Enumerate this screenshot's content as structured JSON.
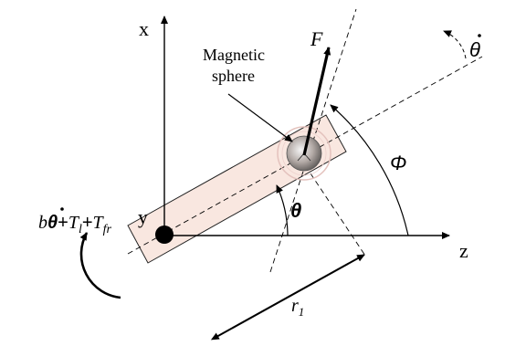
{
  "labels": {
    "axis_x": "x",
    "axis_y": "y",
    "axis_z": "z",
    "force": "F",
    "magnetic_sphere_line1": "Magnetic",
    "magnetic_sphere_line2": "sphere",
    "theta": "θ",
    "phi": "Φ",
    "theta_dot_symbol": "θ",
    "torque_b": "b",
    "torque_theta": "θ",
    "torque_plus1": "+",
    "torque_T": "T",
    "torque_sub_l": "l",
    "torque_plus2": "+",
    "torque_T2": "T",
    "torque_sub_fr": "fr",
    "radius_r": "r",
    "radius_sub": "1"
  },
  "colors": {
    "body_fill": "#f9e7e0",
    "body_stroke": "#222222",
    "ring_stroke": "#e4c2bd",
    "line": "#000000"
  },
  "icons": {
    "pivot": "pivot-dot-icon",
    "sphere": "magnetic-sphere-icon"
  }
}
